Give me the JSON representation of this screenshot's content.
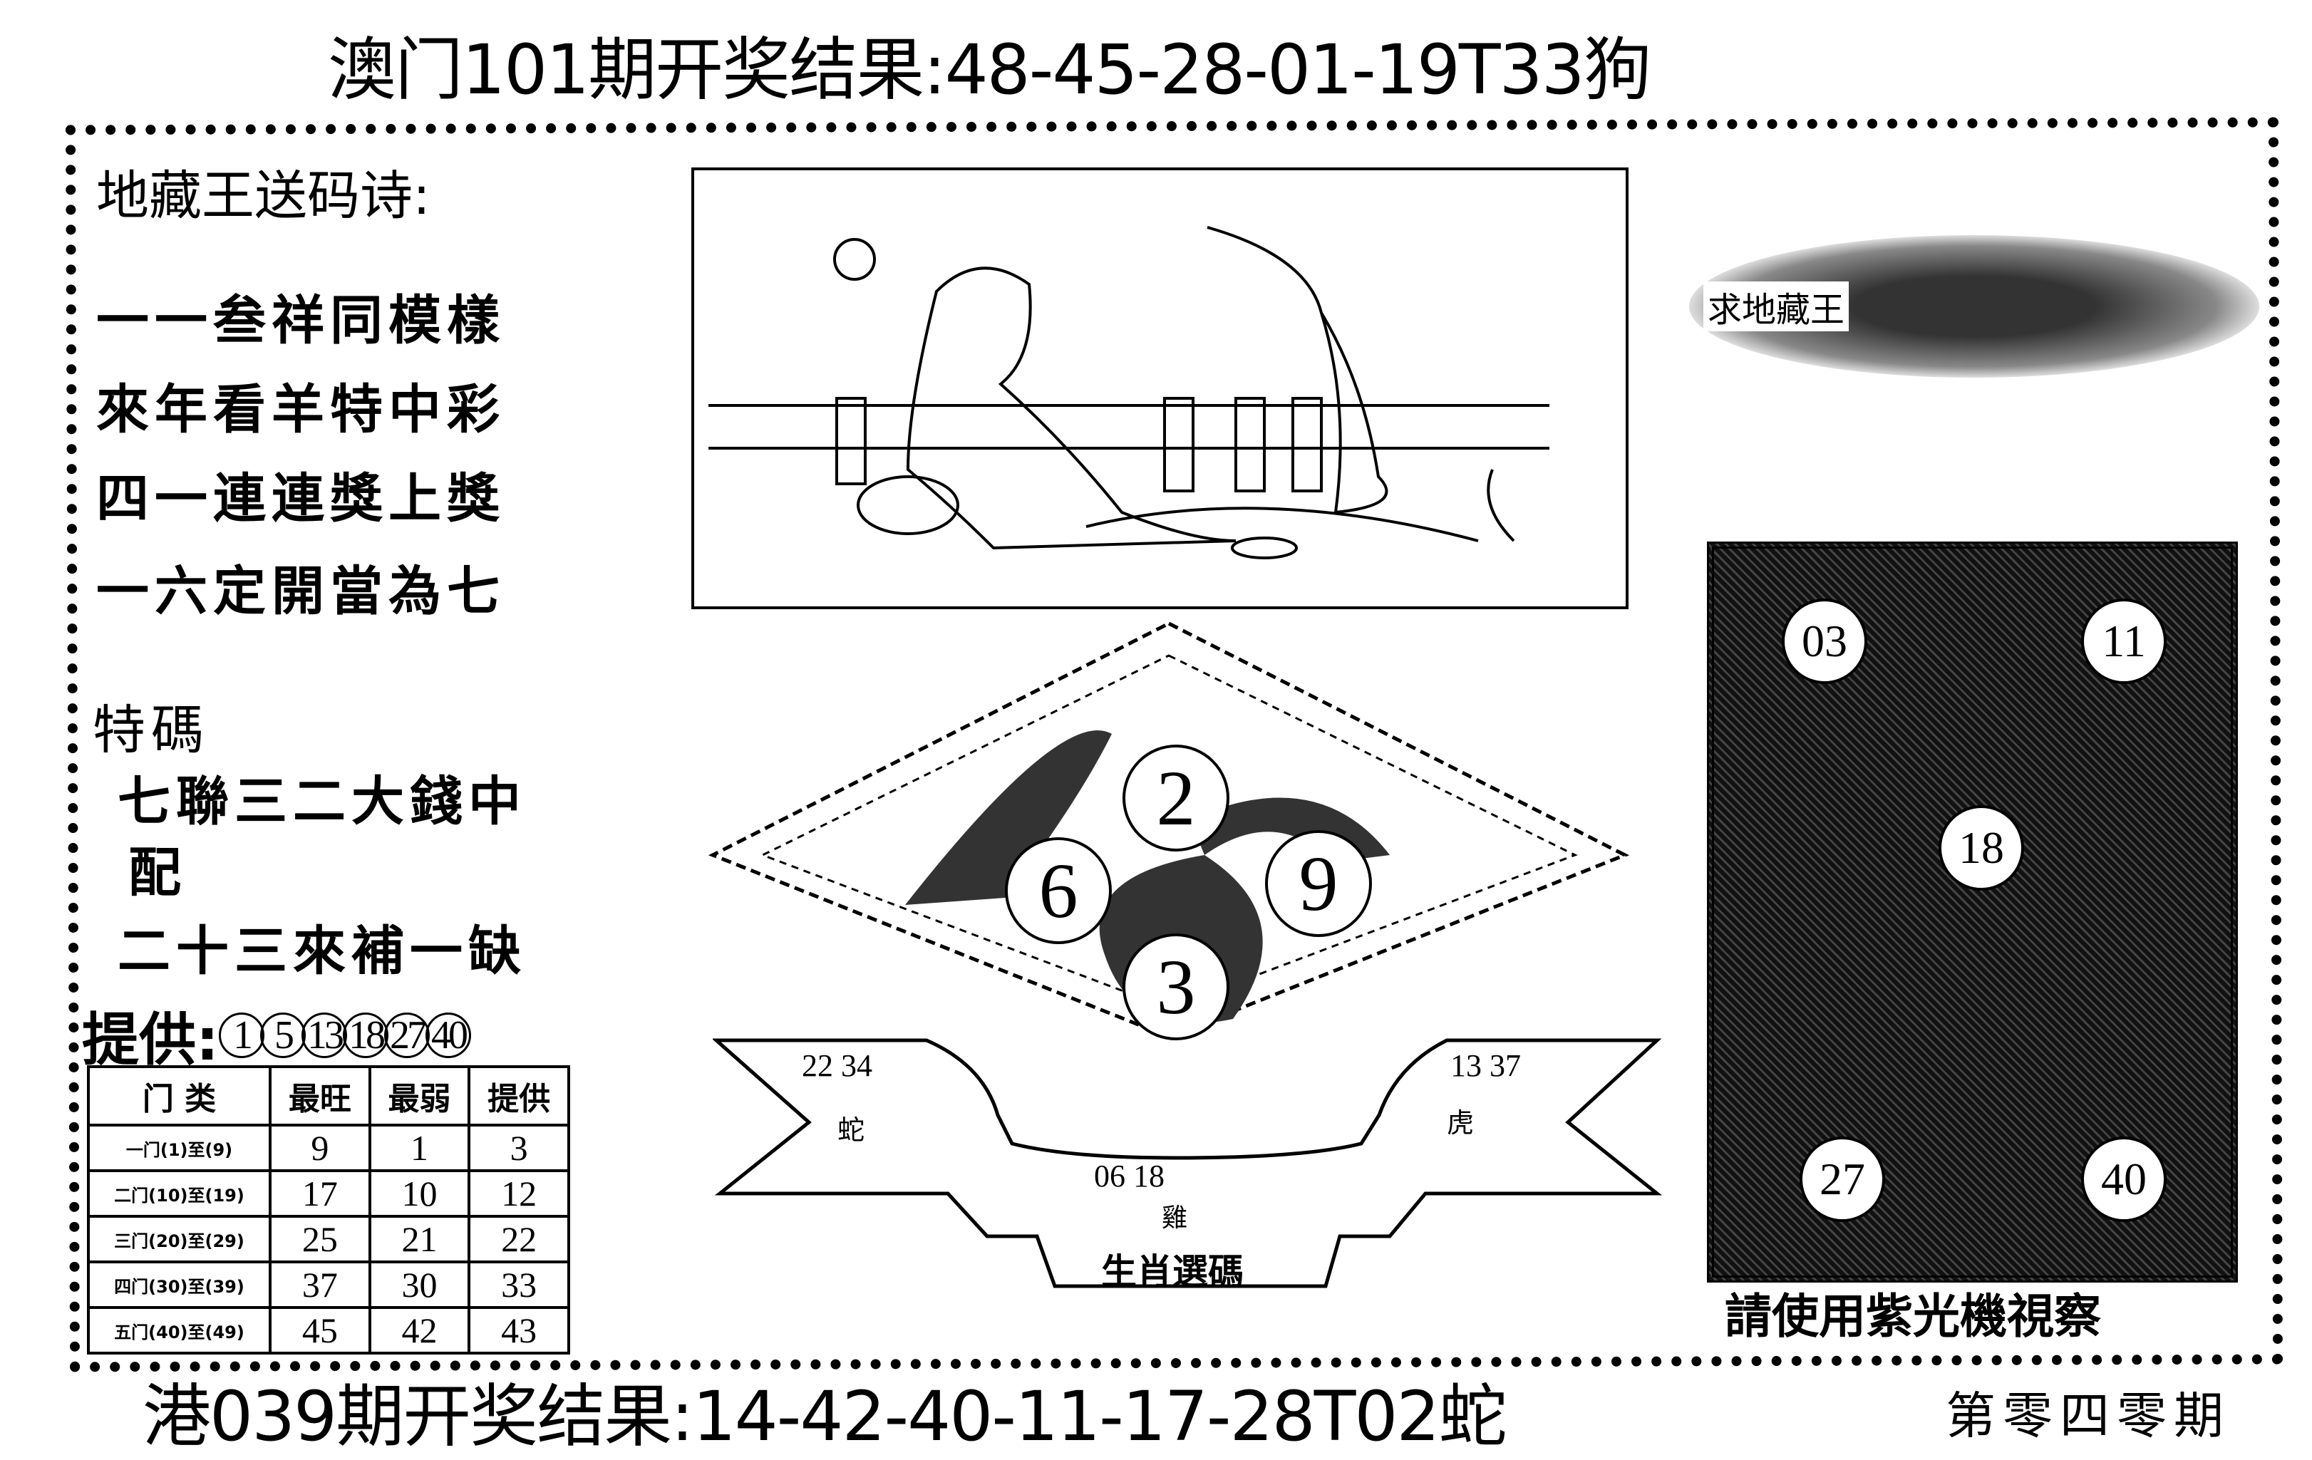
{
  "header_top": "澳门101期开奖结果:48-45-28-01-19T33狗",
  "header_bottom": "港039期开奖结果:14-42-40-11-17-28T02蛇",
  "overlay_bottom": "請使用紫光機視察",
  "issue": "第零四零期",
  "poem": {
    "title": "地藏王送码诗:",
    "lines": [
      "一一叁祥同模樣",
      "來年看羊特中彩",
      "四一連連獎上獎",
      "一六定開當為七"
    ]
  },
  "special": {
    "title": "特碼",
    "lines": [
      "七聯三二大錢中",
      "配",
      "二十三來補一缺"
    ]
  },
  "provide": {
    "label": "提供:",
    "numbers": [
      "1",
      "5",
      "13",
      "18",
      "27",
      "40"
    ]
  },
  "table": {
    "headers": [
      "门 类",
      "最旺",
      "最弱",
      "提供"
    ],
    "rows": [
      [
        "一门(1)至(9)",
        "9",
        "1",
        "3"
      ],
      [
        "二门(10)至(19)",
        "17",
        "10",
        "12"
      ],
      [
        "三门(20)至(29)",
        "25",
        "21",
        "22"
      ],
      [
        "四门(30)至(39)",
        "37",
        "30",
        "33"
      ],
      [
        "五门(40)至(49)",
        "45",
        "42",
        "43"
      ]
    ]
  },
  "diamond_balls": [
    "2",
    "6",
    "9",
    "3"
  ],
  "zodiac": {
    "left_nums": "22 34",
    "left_animal": "蛇",
    "right_nums": "13 37",
    "right_animal": "虎",
    "center_nums": "06 18",
    "center_animal": "雞",
    "title": "生肖選碼"
  },
  "right_banner": "求地藏王",
  "panel_balls": [
    "03",
    "11",
    "18",
    "27",
    "40"
  ]
}
